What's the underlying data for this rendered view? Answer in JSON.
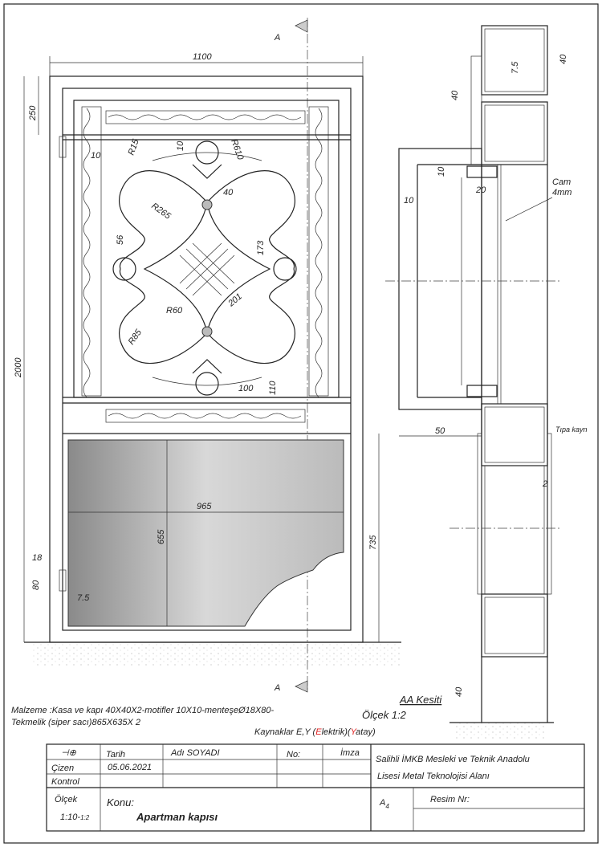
{
  "section_marks": {
    "top": "A",
    "bottom": "A"
  },
  "dimensions": {
    "width": "1100",
    "top_rail": "250",
    "height": "2000",
    "r15": "R15",
    "d10a": "10",
    "d10b": "10",
    "r610": "R610",
    "d40": "40",
    "r265": "R265",
    "d56": "56",
    "d173": "173",
    "d201": "201",
    "r60": "R60",
    "r85": "R85",
    "d100": "100",
    "d110": "110",
    "d965": "965",
    "d655": "655",
    "d735": "735",
    "d18": "18",
    "d80": "80",
    "d7_5": "7.5"
  },
  "section": {
    "d40_top": "40",
    "d7_5": "7.5",
    "d40_side": "40",
    "d10": "10",
    "d20": "20",
    "d10_left": "10",
    "glass": "Cam",
    "glass_thickness": "4mm",
    "d50": "50",
    "plug": "Tıpa kayn",
    "d2": "2",
    "d40_bottom": "40",
    "title": "AA Kesiti",
    "scale": "Ölçek 1:2"
  },
  "notes": {
    "material_line1": "Malzeme :Kasa ve kapı 40X40X2-motifler 10X10-menteşeØ18X80-",
    "material_line2": "Tekmelik (siper sacı)865X635X 2",
    "welding_prefix": "Kaynaklar E,Y (",
    "welding_e": "E",
    "welding_mid": "lektrik)(",
    "welding_y": "Y",
    "welding_suffix": "atay)"
  },
  "title_block": {
    "projection_symbol": "⊣⊕",
    "tarih": "Tarih",
    "adi": "Adı SOYADI",
    "no": "No:",
    "imza": "İmza",
    "cizen": "Çizen",
    "date": "05.06.2021",
    "kontrol": "Kontrol",
    "school_line1": "Salihli İMKB Mesleki ve Teknik Anadolu",
    "school_line2": "Lisesi Metal Teknolojisi Alanı",
    "olcek": "Ölçek",
    "scale_value": "1:10-",
    "scale_small": "1:2",
    "konu": "Konu:",
    "subject": "Apartman kapısı",
    "paper": "A",
    "paper_sub": "4",
    "resim_nr": "Resim Nr:"
  }
}
